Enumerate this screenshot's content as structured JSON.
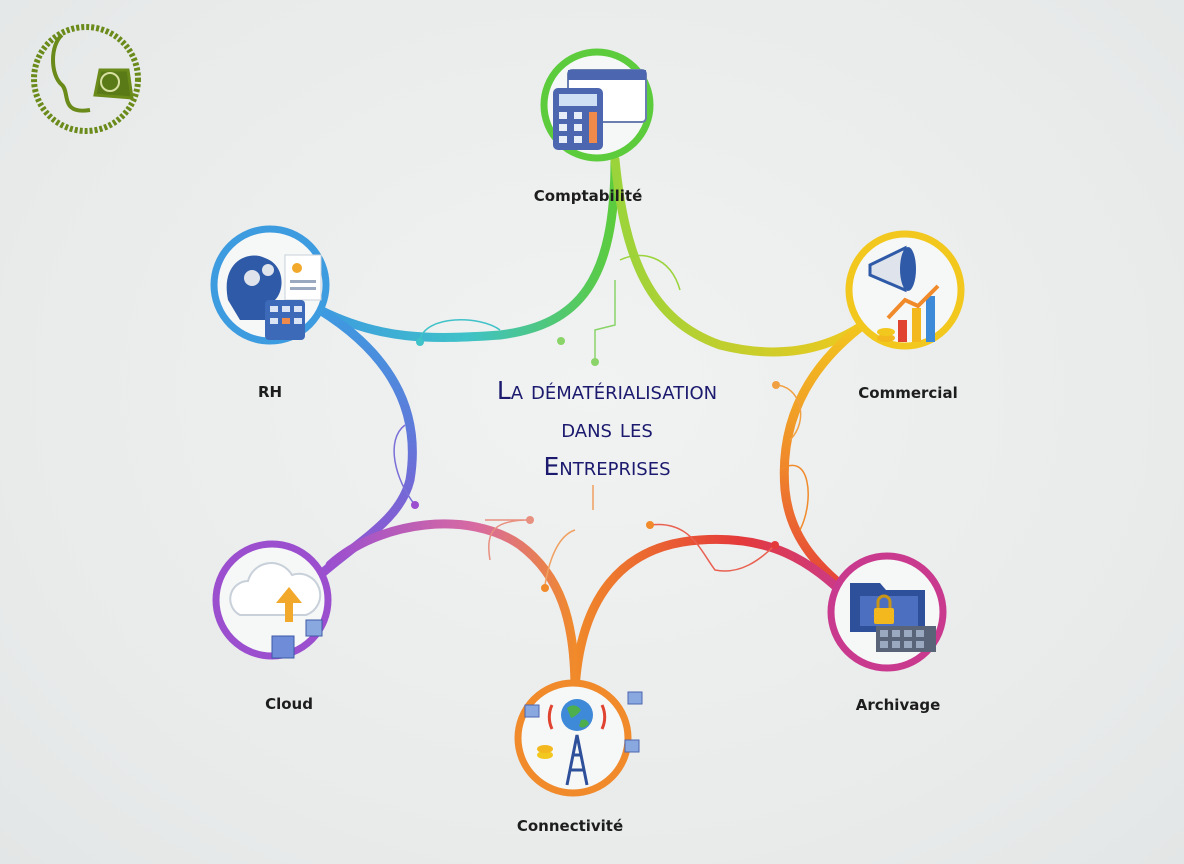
{
  "title": {
    "line1": "La dématérialisation",
    "line2": "dans les",
    "line3": "Entreprises"
  },
  "nodes": [
    {
      "label": "Comptabilité",
      "icon": "calculator-spreadsheet-icon",
      "color": "#5ccc3c"
    },
    {
      "label": "Commercial",
      "icon": "megaphone-chart-icon",
      "color": "#f2c81e"
    },
    {
      "label": "Archivage",
      "icon": "folder-lock-icon",
      "color": "#c93a8e"
    },
    {
      "label": "Connectivité",
      "icon": "antenna-globe-icon",
      "color": "#f08a2a"
    },
    {
      "label": "Cloud",
      "icon": "cloud-upload-icon",
      "color": "#9b4fcf"
    },
    {
      "label": "RH",
      "icon": "head-gears-icon",
      "color": "#3d9be0"
    }
  ],
  "logo": {
    "icon": "stethoscope-phone-logo"
  }
}
